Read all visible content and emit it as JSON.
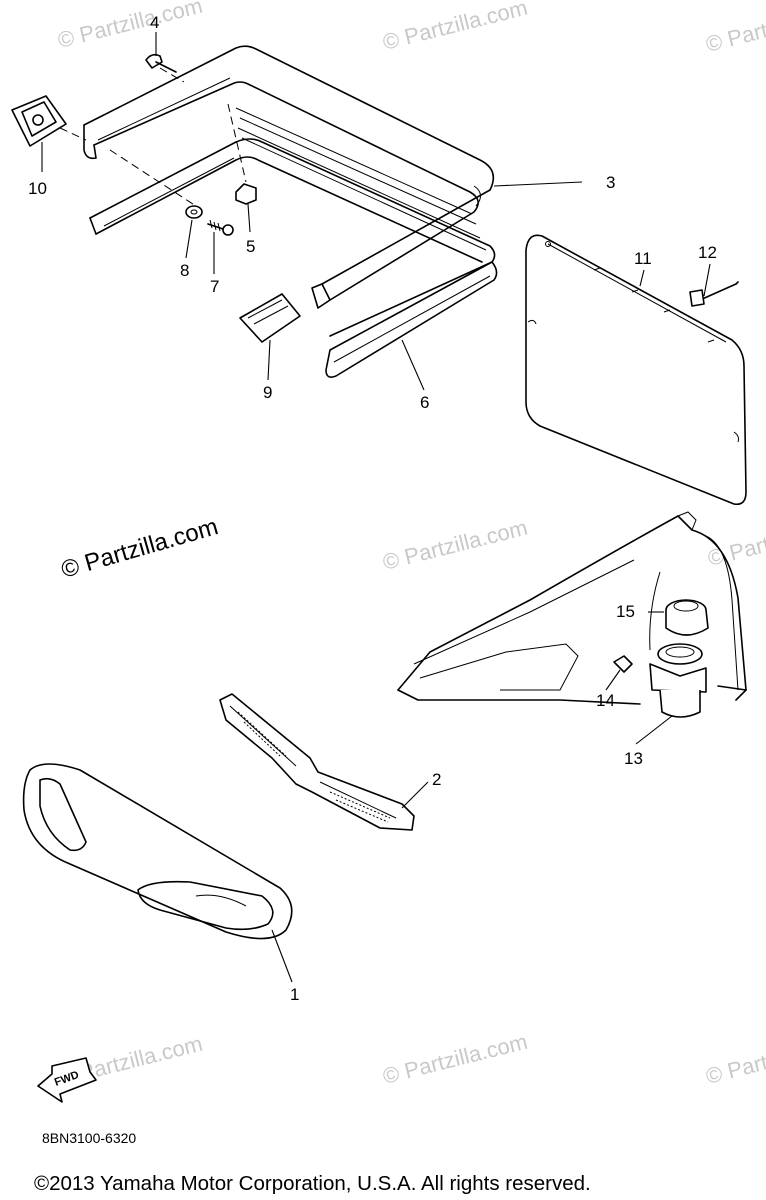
{
  "watermark": "© Partzilla.com",
  "diagram_code": "8BN3100-6320",
  "copyright": "©2013 Yamaha Motor Corporation, U.S.A. All rights reserved.",
  "fwd_label": "FWD",
  "callouts": {
    "p1": "1",
    "p2": "2",
    "p3": "3",
    "p4": "4",
    "p5": "5",
    "p6": "6",
    "p7": "7",
    "p8": "8",
    "p9": "9",
    "p10": "10",
    "p11": "11",
    "p12": "12",
    "p13": "13",
    "p14": "14",
    "p15": "15"
  }
}
